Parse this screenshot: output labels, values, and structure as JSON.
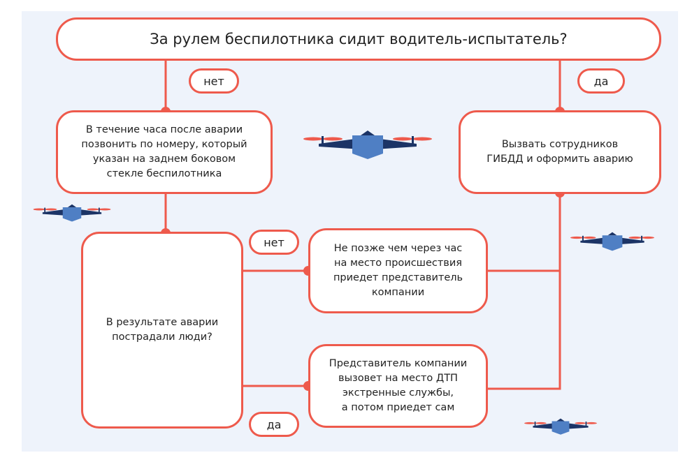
{
  "colors": {
    "background": "#eef3fb",
    "accent": "#ee5a4c",
    "drone_body": "#4f7fc4",
    "drone_arms": "#1c3466"
  },
  "flowchart": {
    "question_main": "За рулем беспилотника сидит водитель-испытатель?",
    "label_no_main": "нет",
    "label_yes_main": "да",
    "step_call_number": "В течение часа после аварии\nпозвонить по номеру, который\nуказан на заднем боковом\nстекле беспилотника",
    "step_call_police": "Вызвать сотрудников\nГИБДД и оформить аварию",
    "question_injured": "В результате аварии\nпострадали люди?",
    "label_no_injured": "нет",
    "label_yes_injured": "да",
    "outcome_no_injured": "Не позже чем через час\nна место происшествия\nприедет представитель\nкомпании",
    "outcome_injured": "Представитель компании\nвызовет на место ДТП\nэкстренные службы,\nа потом приедет сам"
  },
  "decorations": {
    "drone_icon": "drone-icon"
  }
}
